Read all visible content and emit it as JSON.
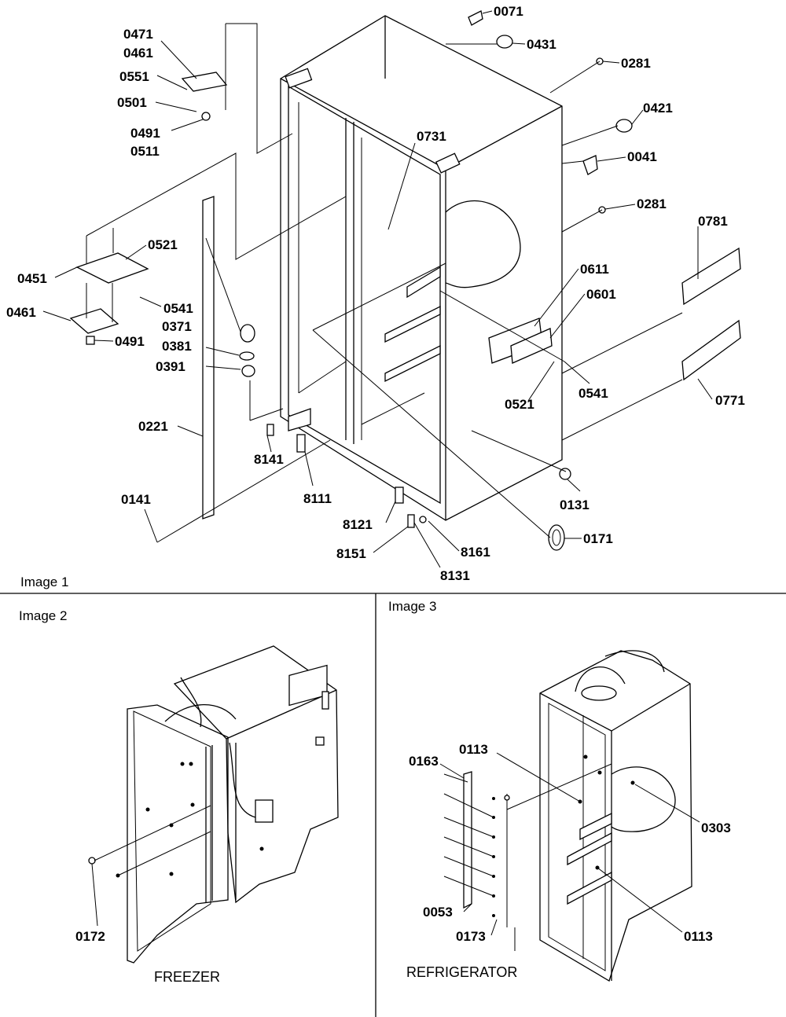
{
  "panels": {
    "image1": "Image 1",
    "image2": "Image 2",
    "image3": "Image 3",
    "freezer": "FREEZER",
    "refrigerator": "REFRIGERATOR"
  },
  "parts": {
    "p0071": "0071",
    "p0431": "0431",
    "p0281a": "0281",
    "p0421": "0421",
    "p0041": "0041",
    "p0281b": "0281",
    "p0781": "0781",
    "p0771": "0771",
    "p0471": "0471",
    "p0461a": "0461",
    "p0551": "0551",
    "p0501": "0501",
    "p0491a": "0491",
    "p0511": "0511",
    "p0731": "0731",
    "p0521a": "0521",
    "p0451": "0451",
    "p0541a": "0541",
    "p0461b": "0461",
    "p0491b": "0491",
    "p0371": "0371",
    "p0381": "0381",
    "p0391": "0391",
    "p0611": "0611",
    "p0601": "0601",
    "p0521b": "0521",
    "p0541b": "0541",
    "p0221": "0221",
    "p8141": "8141",
    "p8111": "8111",
    "p0141": "0141",
    "p0131": "0131",
    "p8121": "8121",
    "p0171": "0171",
    "p8161": "8161",
    "p8151": "8151",
    "p8131": "8131",
    "p0172": "0172",
    "p0163": "0163",
    "p0113a": "0113",
    "p0303": "0303",
    "p0053": "0053",
    "p0173": "0173",
    "p0113b": "0113"
  }
}
